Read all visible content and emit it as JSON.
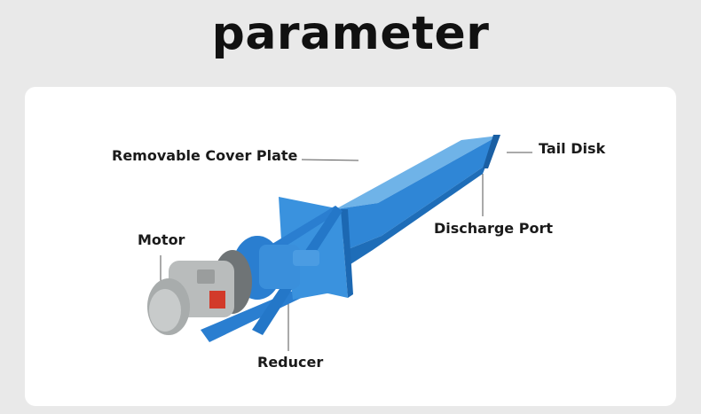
{
  "title": "parameter",
  "labels": {
    "cover_plate": "Removable Cover Plate",
    "tail_disk": "Tail Disk",
    "discharge_port": "Discharge Port",
    "motor": "Motor",
    "reducer": "Reducer"
  },
  "colors": {
    "background": "#e9e9e9",
    "card": "#ffffff",
    "conveyor_blue": "#2f86d6",
    "motor_gray": "#b9bcbc"
  }
}
